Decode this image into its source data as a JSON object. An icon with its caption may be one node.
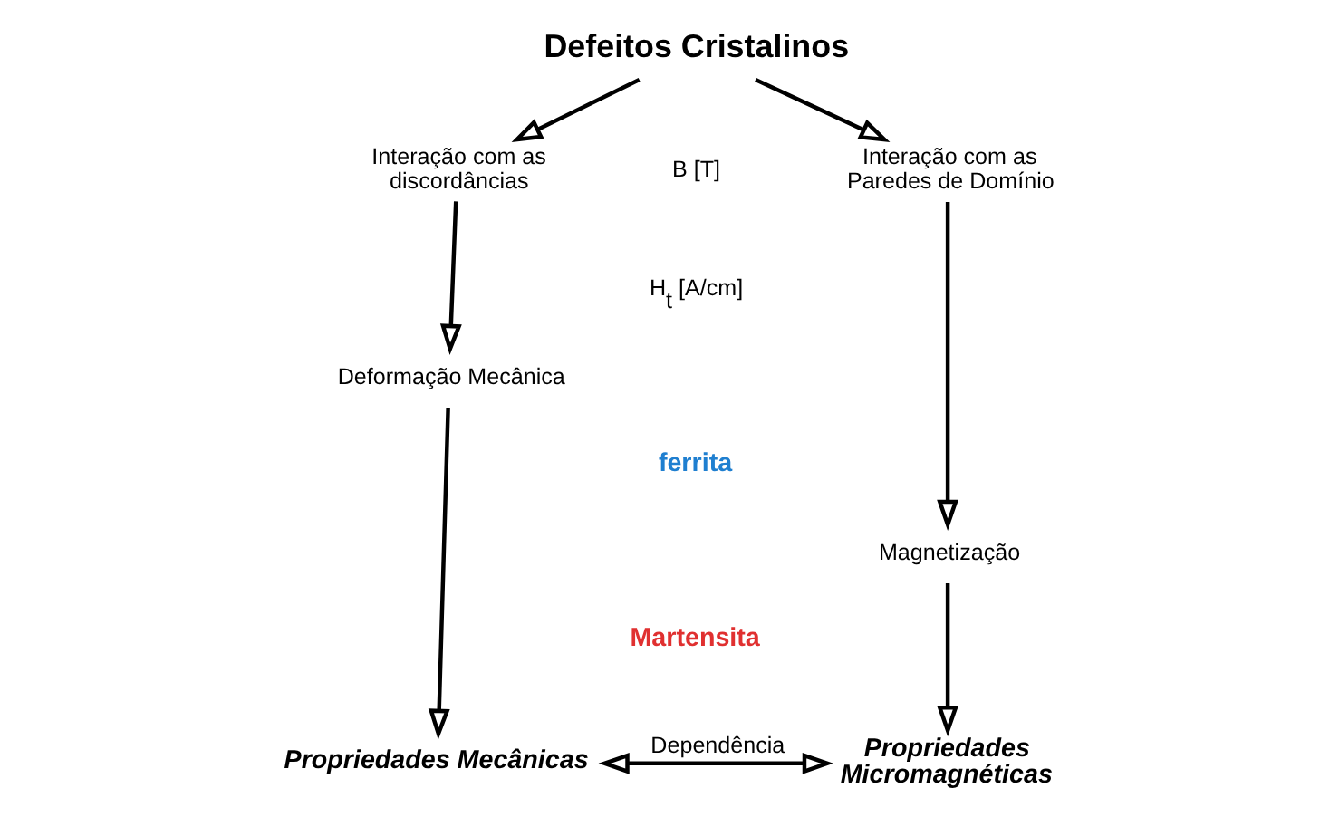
{
  "diagram": {
    "nodes": [
      {
        "text": [
          "Defeitos Cristalinos"
        ]
      },
      {
        "text": [
          "Interação com as discordâncias"
        ]
      },
      {
        "text": [
          "Deformação Mecânica"
        ]
      },
      {
        "text": [
          "Propriedades Mecânicas"
        ]
      },
      {
        "text": [
          "Interação com as Paredes de Domínio"
        ]
      },
      {
        "text": [
          "Magnetização"
        ]
      },
      {
        "text": [
          "Propriedades Micromagnéticas"
        ]
      }
    ],
    "edges": [
      {
        "from": 0,
        "to": 1,
        "arrow": "to"
      },
      {
        "from": 0,
        "to": 4,
        "arrow": "to"
      },
      {
        "from": 1,
        "to": 2,
        "arrow": "to"
      },
      {
        "from": 2,
        "to": 3,
        "arrow": "to"
      },
      {
        "from": 4,
        "to": 5,
        "arrow": "to"
      },
      {
        "from": 5,
        "to": 6,
        "arrow": "to"
      },
      {
        "from": 3,
        "to": 6,
        "arrow": "both",
        "label": "Dependência"
      }
    ],
    "labels": [
      "B [T]",
      "H$_{t}$ [A/cm]"
    ],
    "legend": [
      {
        "text": "ferrita",
        "color": "#1f7fd0"
      },
      {
        "text": "Martensita",
        "color": "#e03030"
      }
    ]
  }
}
